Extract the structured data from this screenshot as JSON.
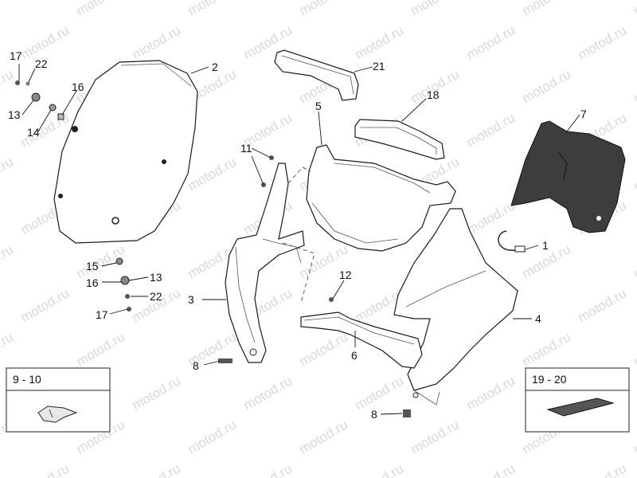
{
  "watermark": "motod.ru",
  "callouts": {
    "c1": "1",
    "c2": "2",
    "c3": "3",
    "c4": "4",
    "c5": "5",
    "c6": "6",
    "c7": "7",
    "c8a": "8",
    "c8b": "8",
    "c11": "11",
    "c12": "12",
    "c13a": "13",
    "c13b": "13",
    "c14": "14",
    "c15": "15",
    "c16a": "16",
    "c16b": "16",
    "c17a": "17",
    "c17b": "17",
    "c18": "18",
    "c21": "21",
    "c22a": "22",
    "c22b": "22"
  },
  "insets": {
    "left_label": "9 - 10",
    "right_label": "19 - 20"
  },
  "colors": {
    "part_fill_dark": "#3d3d3d",
    "watermark": "#d9d9d9"
  }
}
